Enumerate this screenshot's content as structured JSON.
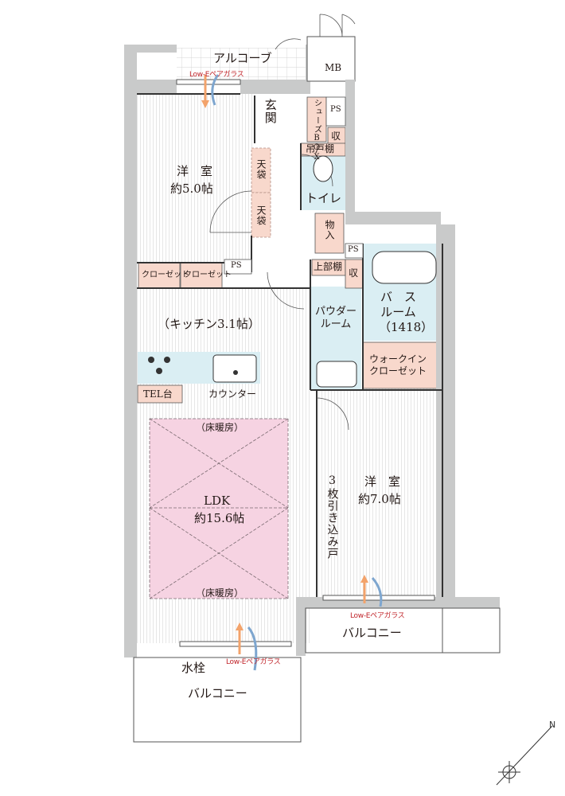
{
  "labels": {
    "alcove": "アルコーブ",
    "mb": "MB",
    "genkan": "玄関",
    "shoes_box": "シューズBOX",
    "ps": "PS",
    "shu": "収",
    "tsuridana": "吊戸棚",
    "tenbukuro": "天袋",
    "toilet": "トイレ",
    "monoire": "物入",
    "room1_name": "洋　室",
    "room1_size": "約5.0帖",
    "closet": "クローゼット",
    "jobudana": "上部棚",
    "bath_name": "バ　ス\nルーム",
    "bath_size": "（1418）",
    "powder_room": "パウダー\nルーム",
    "kitchen": "（キッチン3.1帖）",
    "walkin": "ウォークイン\nクローゼット",
    "tel": "TEL台",
    "counter": "カウンター",
    "floor_heating": "（床暖房）",
    "ldk_name": "LDK",
    "ldk_size": "約15.6帖",
    "room2_name": "洋　室",
    "room2_size": "約7.0帖",
    "sliding_door": "3枚引き込み戸",
    "low_e": "Low-Eペアガラス",
    "balcony": "バルコニー",
    "suisen": "水栓"
  },
  "colors": {
    "wall": "#c9caca",
    "wet_area": "#daeef3",
    "storage": "#f8d8cc",
    "floor_heating": "#f6d3e2",
    "arrow_orange": "#f3a36b",
    "arrow_blue": "#7ea6cf",
    "red_text": "#c0242a"
  },
  "icons": [
    "north-arrow-icon",
    "gas-stove-icon",
    "sink-icon",
    "bathtub-icon",
    "toilet-icon",
    "washbasin-icon"
  ]
}
